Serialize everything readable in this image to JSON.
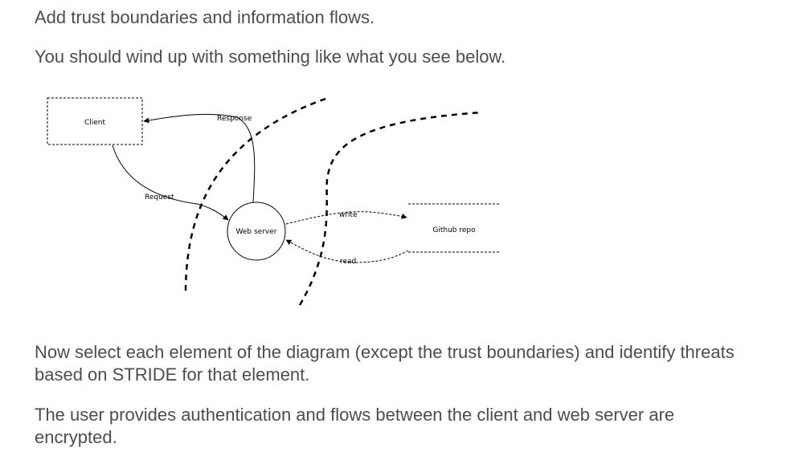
{
  "paragraphs": {
    "p1": "Add trust boundaries and information flows.",
    "p2": "You should wind up with something like what you see below.",
    "p3": "Now select each element of the diagram (except the trust boundaries) and identify threats based on STRIDE for that element.",
    "p4": "The user provides authentication and flows between the client and web server are encrypted."
  },
  "diagram": {
    "client": "Client",
    "web_server": "Web server",
    "github_repo": "Github repo",
    "response": "Response",
    "request": "Request",
    "write": "write",
    "read": "read"
  }
}
